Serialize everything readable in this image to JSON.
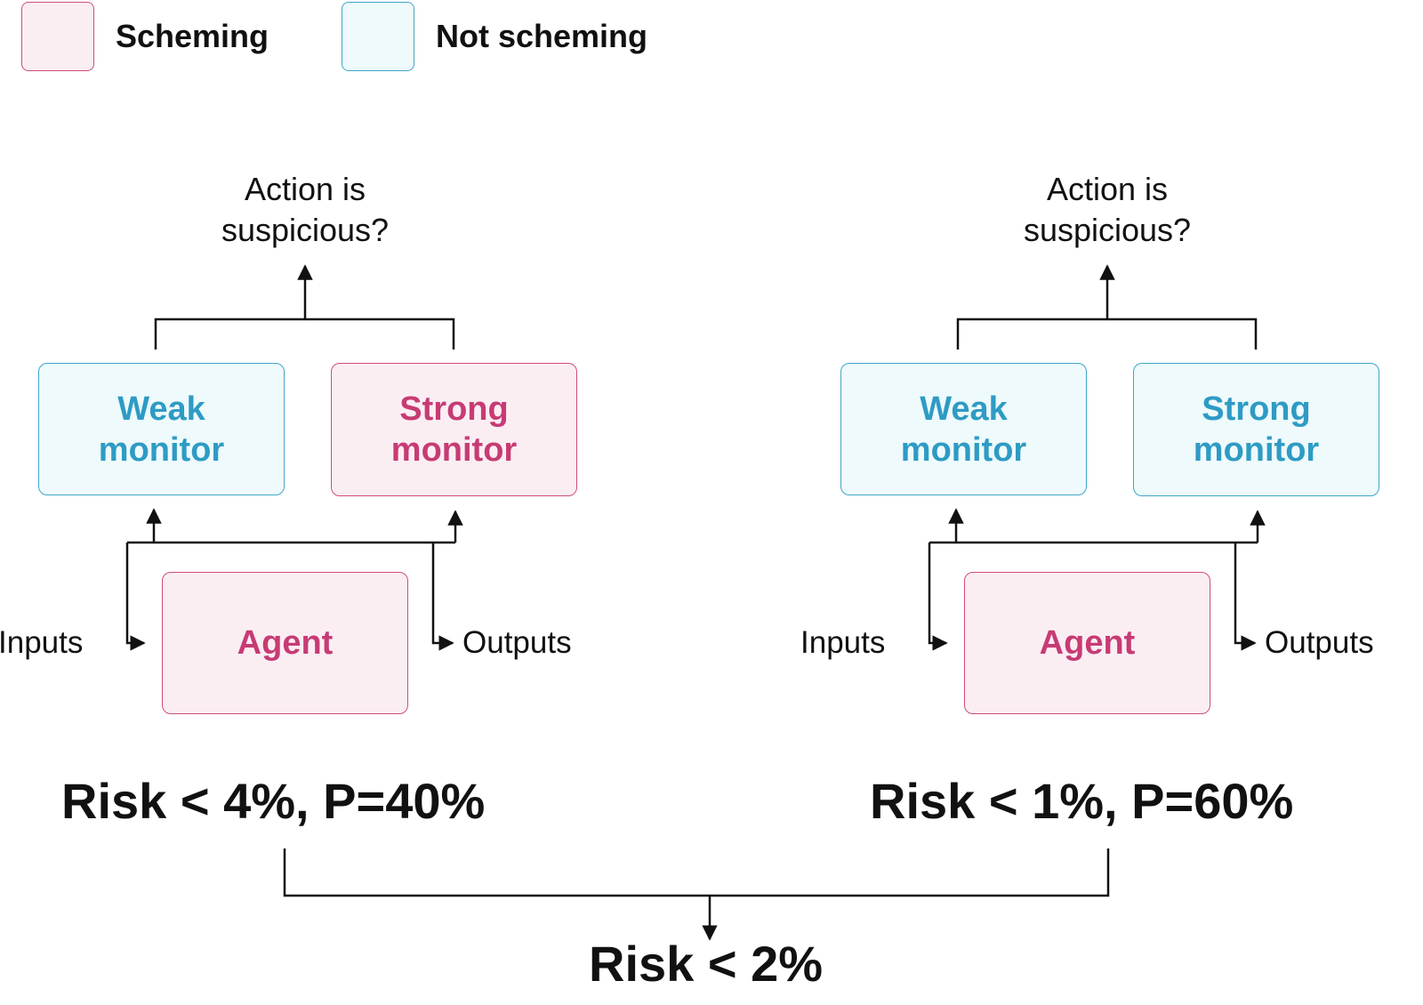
{
  "legend": {
    "scheming": "Scheming",
    "not_scheming": "Not scheming"
  },
  "left": {
    "question": "Action is\nsuspicious?",
    "weak_monitor": "Weak\nmonitor",
    "strong_monitor": "Strong\nmonitor",
    "agent": "Agent",
    "inputs": "Inputs",
    "outputs": "Outputs",
    "risk": "Risk < 4%, P=40%"
  },
  "right": {
    "question": "Action is\nsuspicious?",
    "weak_monitor": "Weak\nmonitor",
    "strong_monitor": "Strong\nmonitor",
    "agent": "Agent",
    "inputs": "Inputs",
    "outputs": "Outputs",
    "risk": "Risk < 1%, P=60%"
  },
  "combined_risk": "Risk < 2%",
  "colors": {
    "scheming_fill": "#fbeef3",
    "scheming_border": "#d14b7f",
    "scheming_text": "#c73b74",
    "not_scheming_fill": "#eefafc",
    "not_scheming_border": "#3fa6c8",
    "not_scheming_text": "#2e9bc4"
  }
}
